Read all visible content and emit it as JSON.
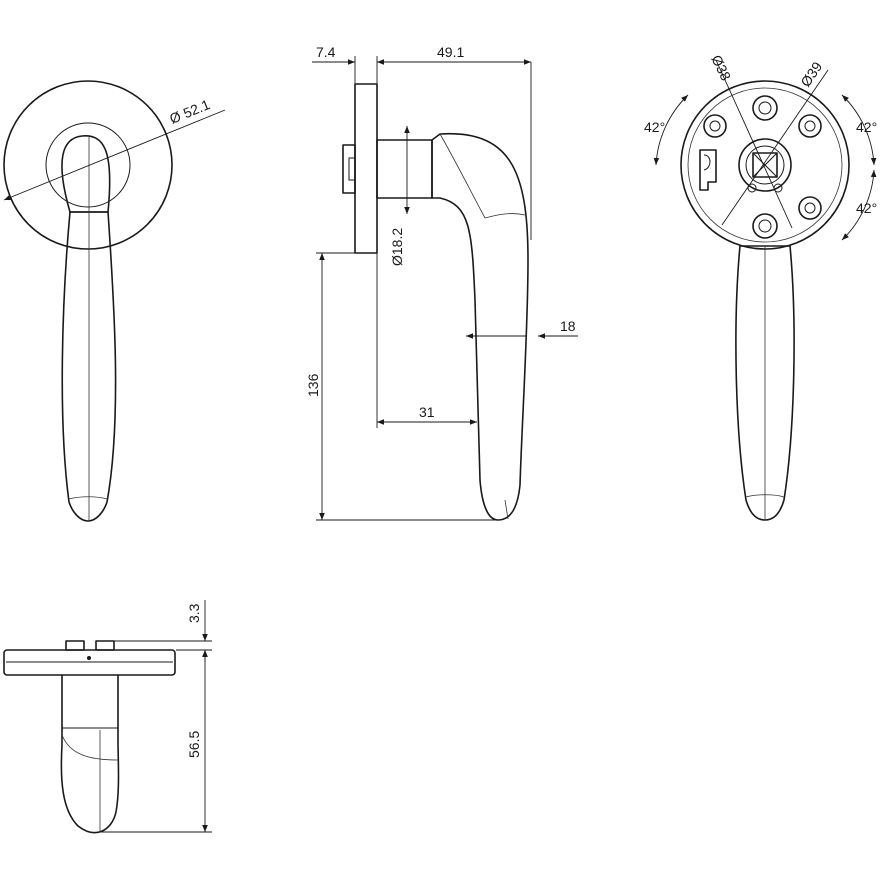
{
  "dimensions": {
    "rose_diameter": "Ø 52.1",
    "rose_thickness": "7.4",
    "projection": "49.1",
    "spindle_diameter": "Ø18.2",
    "grip_thickness": "18",
    "handle_height": "136",
    "grip_offset": "31",
    "hole_circle_small": "Ø38",
    "hole_circle_large": "Ø39",
    "angle_left": "42°",
    "angle_right_top": "42°",
    "angle_right_bottom": "42°",
    "pin_height": "3.3",
    "top_depth": "56.5"
  }
}
